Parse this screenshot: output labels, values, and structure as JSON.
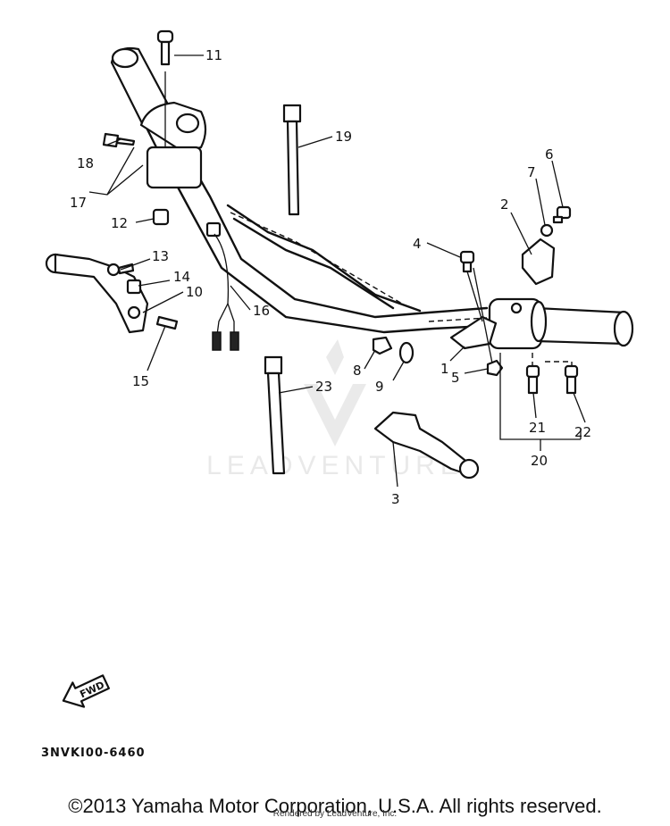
{
  "callouts": {
    "c1": "1",
    "c2": "2",
    "c3": "3",
    "c4": "4",
    "c5": "5",
    "c6": "6",
    "c7": "7",
    "c8": "8",
    "c9": "9",
    "c10": "10",
    "c11": "11",
    "c12": "12",
    "c13": "13",
    "c14": "14",
    "c15": "15",
    "c16": "16",
    "c17": "17",
    "c18": "18",
    "c19": "19",
    "c20": "20",
    "c21": "21",
    "c22": "22",
    "c23": "23"
  },
  "fwd_label": "FWD",
  "diagram_code": "3NVKI00-6460",
  "watermark": "LEADVENTURE",
  "copyright": "©2013 Yamaha Motor Corporation, U.S.A. All rights reserved.",
  "rendered_by": "Rendered by LeadVenture, Inc."
}
